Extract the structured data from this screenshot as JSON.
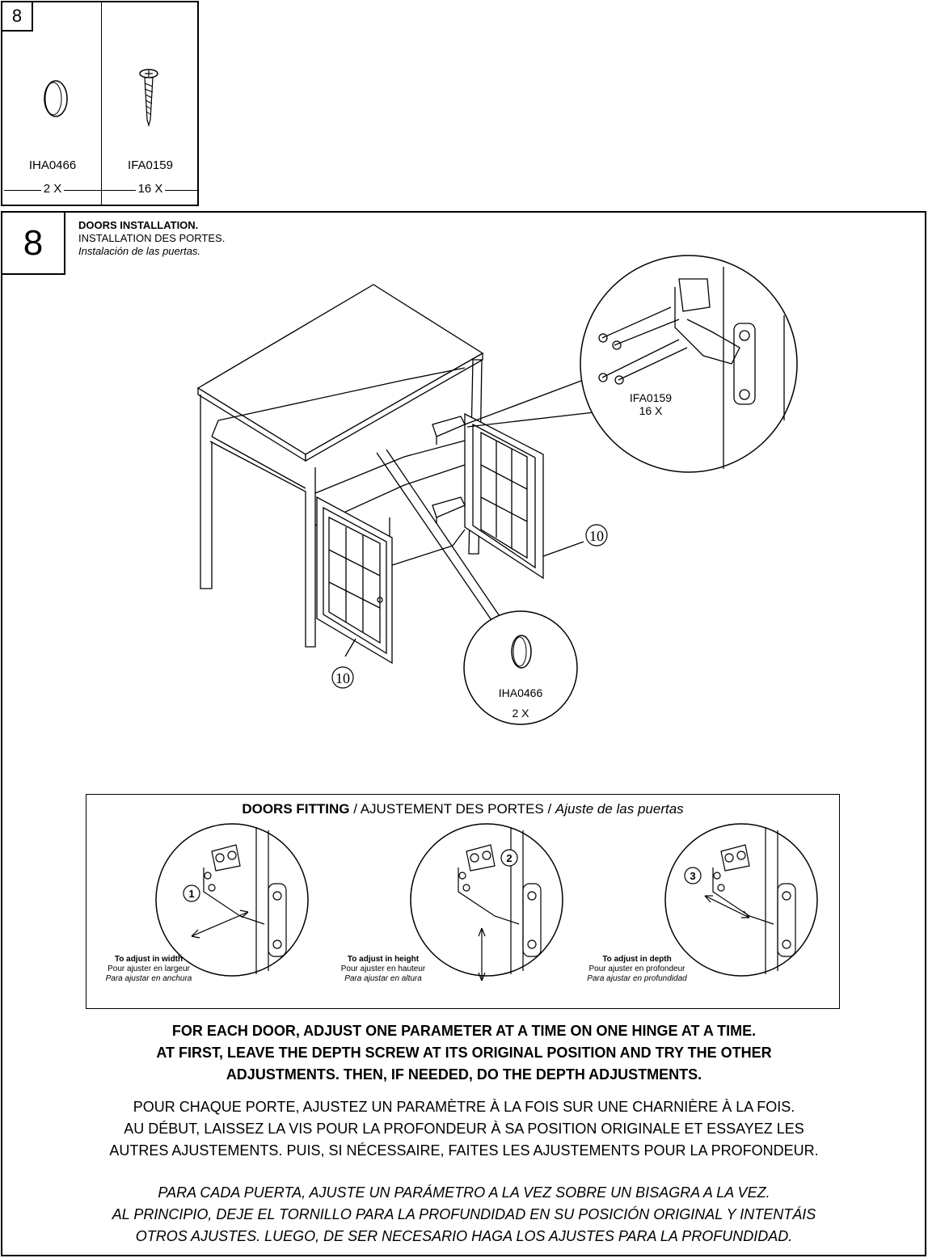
{
  "hardware": {
    "step": "8",
    "items": [
      {
        "code": "IHA0466",
        "qty": "2 X",
        "icon": "round-pad-icon"
      },
      {
        "code": "IFA0159",
        "qty": "16 X",
        "icon": "screw-icon"
      }
    ]
  },
  "step": {
    "number": "8",
    "title_en": "DOORS INSTALLATION.",
    "title_fr": "INSTALLATION DES PORTES.",
    "title_es": "Instalación de las puertas."
  },
  "callouts": {
    "hinge": {
      "code": "IFA0159",
      "qty": "16 X"
    },
    "pad": {
      "code": "IHA0466",
      "qty": "2 X"
    },
    "part_label": "10"
  },
  "fitting": {
    "title_en": "DOORS FITTING",
    "title_fr": "AJUSTEMENT DES PORTES",
    "title_es": "Ajuste de las puertas",
    "separator": " / ",
    "adjustments": [
      {
        "num": "1",
        "en": "To adjust in width",
        "fr": "Pour ajuster en largeur",
        "es": "Para ajustar en anchura"
      },
      {
        "num": "2",
        "en": "To adjust in height",
        "fr": "Pour ajuster en hauteur",
        "es": "Para ajustar en altura"
      },
      {
        "num": "3",
        "en": "To adjust in depth",
        "fr": "Pour ajuster en profondeur",
        "es": "Para ajustar en profundidad"
      }
    ]
  },
  "instructions": {
    "en": [
      "FOR EACH DOOR, ADJUST ONE PARAMETER AT A TIME ON ONE HINGE AT A TIME.",
      "AT FIRST, LEAVE THE DEPTH SCREW AT ITS ORIGINAL POSITION AND TRY THE OTHER",
      "ADJUSTMENTS. THEN, IF NEEDED, DO THE DEPTH ADJUSTMENTS."
    ],
    "fr": [
      "POUR CHAQUE PORTE, AJUSTEZ UN PARAMÈTRE À LA FOIS SUR UNE CHARNIÈRE À LA FOIS.",
      "AU DÉBUT, LAISSEZ LA VIS POUR LA PROFONDEUR À SA POSITION ORIGINALE ET ESSAYEZ LES",
      "AUTRES AJUSTEMENTS. PUIS, SI NÉCESSAIRE, FAITES LES AJUSTEMENTS POUR LA PROFONDEUR."
    ],
    "es": [
      "PARA CADA PUERTA, AJUSTE UN PARÁMETRO A LA VEZ SOBRE UN BISAGRA A LA VEZ.",
      "AL PRINCIPIO, DEJE EL TORNILLO PARA LA PROFUNDIDAD EN SU POSICIÓN ORIGINAL Y INTENTÁIS",
      "OTROS AJUSTES. LUEGO, DE SER NECESARIO HAGA LOS AJUSTES PARA LA PROFUNDIDAD."
    ]
  }
}
